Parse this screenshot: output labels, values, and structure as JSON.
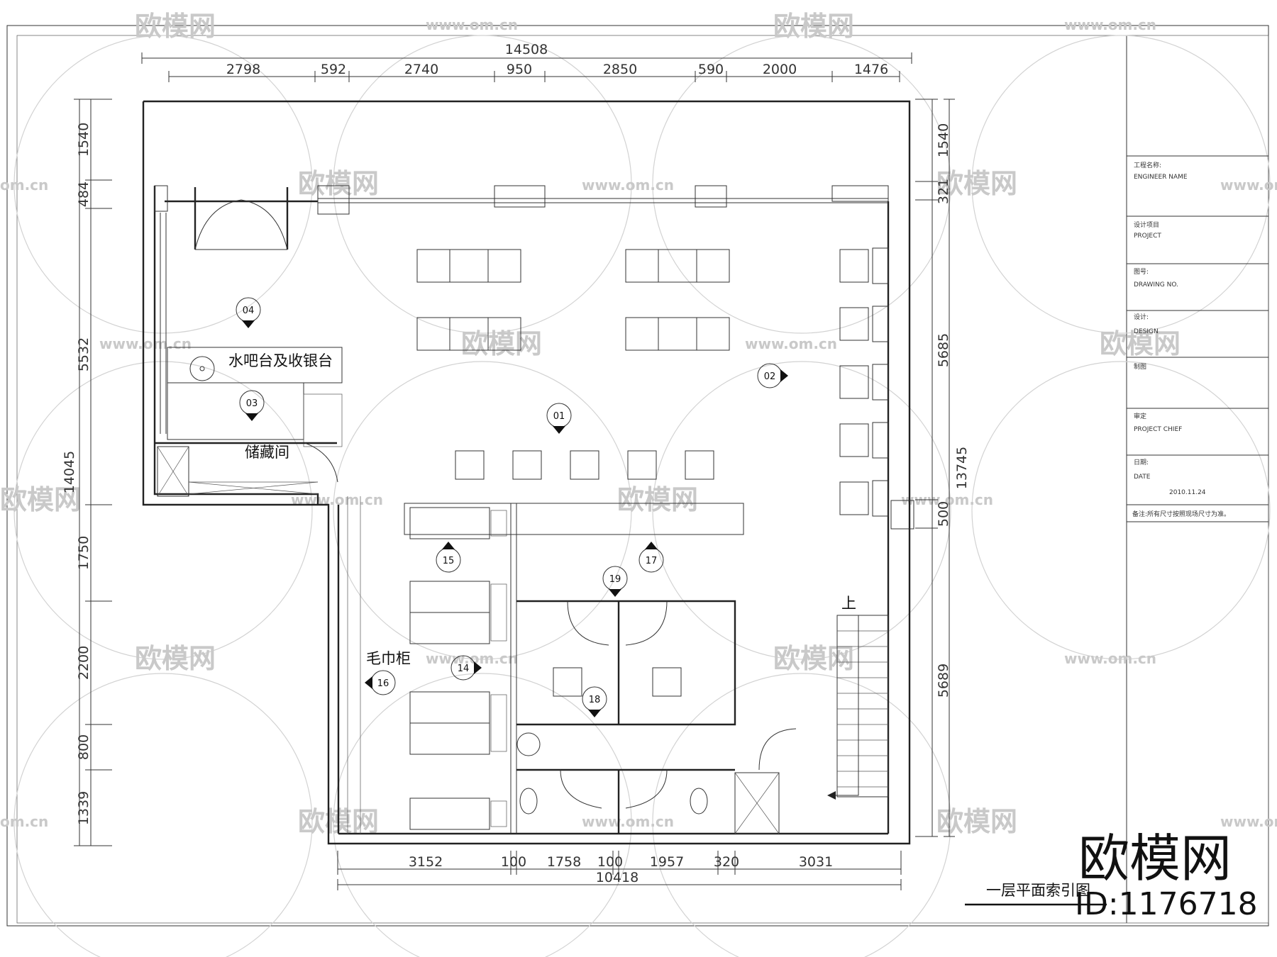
{
  "drawing": {
    "title": "一层平面索引图",
    "top_dimensions": {
      "overall": "14508",
      "segments": [
        "2798",
        "592",
        "2740",
        "950",
        "2850",
        "590",
        "2000",
        "1476"
      ]
    },
    "bottom_dimensions": {
      "overall": "10418",
      "segments": [
        "3152",
        "100",
        "1758",
        "100",
        "1957",
        "320",
        "3031"
      ]
    },
    "left_dimensions": {
      "overall": "14045",
      "segments": [
        "1540",
        "484",
        "5532",
        "1750",
        "2200",
        "800",
        "1339"
      ]
    },
    "right_dimensions": {
      "overall": "13745",
      "segments": [
        "1540",
        "321",
        "5685",
        "500",
        "5689"
      ]
    },
    "rooms": {
      "bar_counter": "水吧台及收银台",
      "storage": "储藏间",
      "towel_cabinet": "毛巾柜",
      "stair_up": "上"
    },
    "index_markers": [
      "01",
      "02",
      "03",
      "04",
      "14",
      "15",
      "16",
      "17",
      "18",
      "19"
    ]
  },
  "title_block": {
    "fields": [
      {
        "cn": "工程名称:",
        "en": "ENGINEER NAME",
        "value": ""
      },
      {
        "cn": "设计项目",
        "en": "PROJECT",
        "value": ""
      },
      {
        "cn": "图号:",
        "en": "DRAWING NO.",
        "value": ""
      },
      {
        "cn": "设计:",
        "en": "DESIGN",
        "value": ""
      },
      {
        "cn": "制图",
        "en": "",
        "value": ""
      },
      {
        "cn": "审定",
        "en": "PROJECT CHIEF",
        "value": ""
      },
      {
        "cn": "日期:",
        "en": "DATE",
        "value": "2010.11.24"
      }
    ],
    "note": "备注:所有尺寸按照现场尺寸为准。"
  },
  "watermark": {
    "brand": "欧模网",
    "url": "www.om.cn",
    "url_short": "om.cn",
    "id_text": "ID:1176718"
  }
}
